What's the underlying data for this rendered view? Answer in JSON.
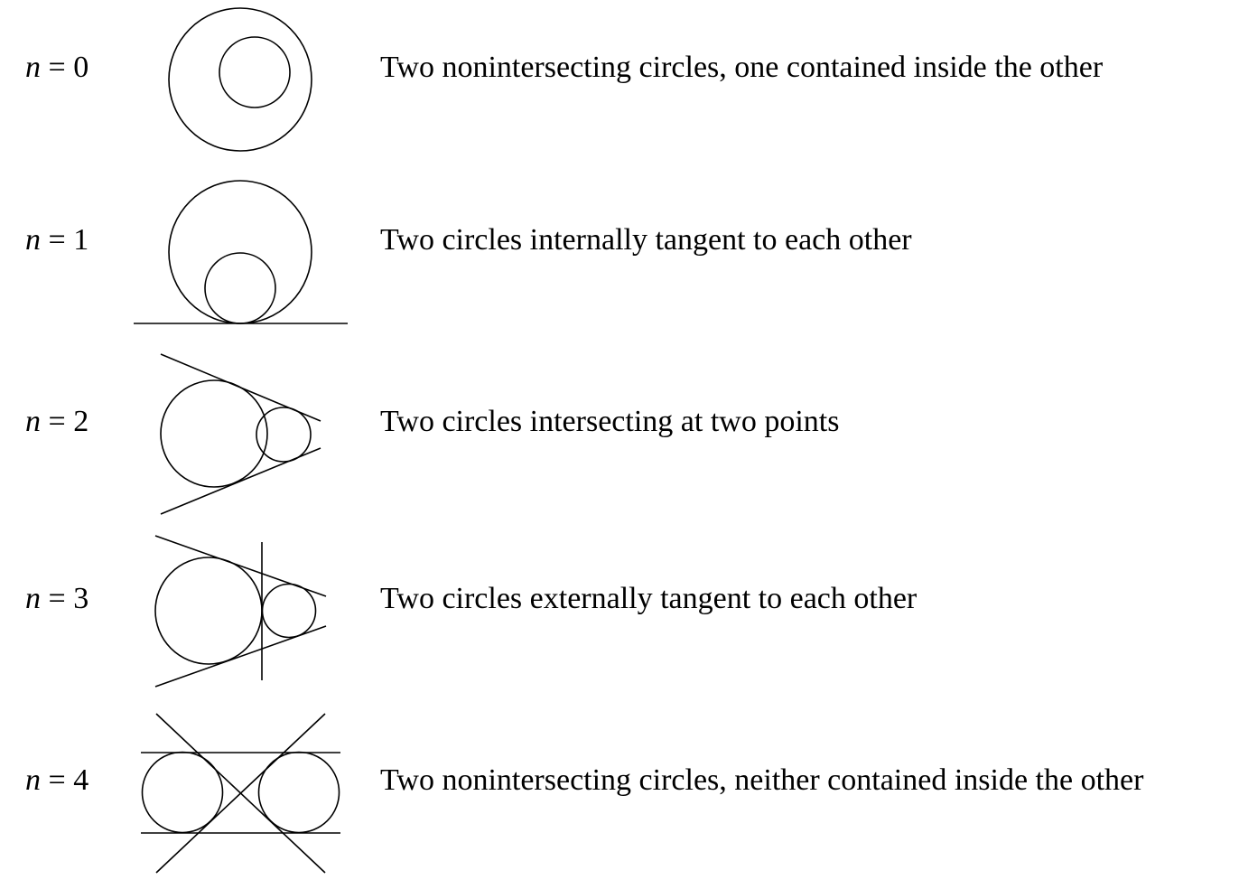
{
  "rows": [
    {
      "variable": "n",
      "equals": "=",
      "value": "0",
      "description": "Two nonintersecting circles, one contained inside the other",
      "common_tangents": 0
    },
    {
      "variable": "n",
      "equals": "=",
      "value": "1",
      "description": "Two circles internally tangent to each other",
      "common_tangents": 1
    },
    {
      "variable": "n",
      "equals": "=",
      "value": "2",
      "description": "Two circles intersecting at two points",
      "common_tangents": 2
    },
    {
      "variable": "n",
      "equals": "=",
      "value": "3",
      "description": "Two circles externally tangent to each other",
      "common_tangents": 3
    },
    {
      "variable": "n",
      "equals": "=",
      "value": "4",
      "description": "Two nonintersecting circles, neither contained inside the other",
      "common_tangents": 4
    }
  ]
}
